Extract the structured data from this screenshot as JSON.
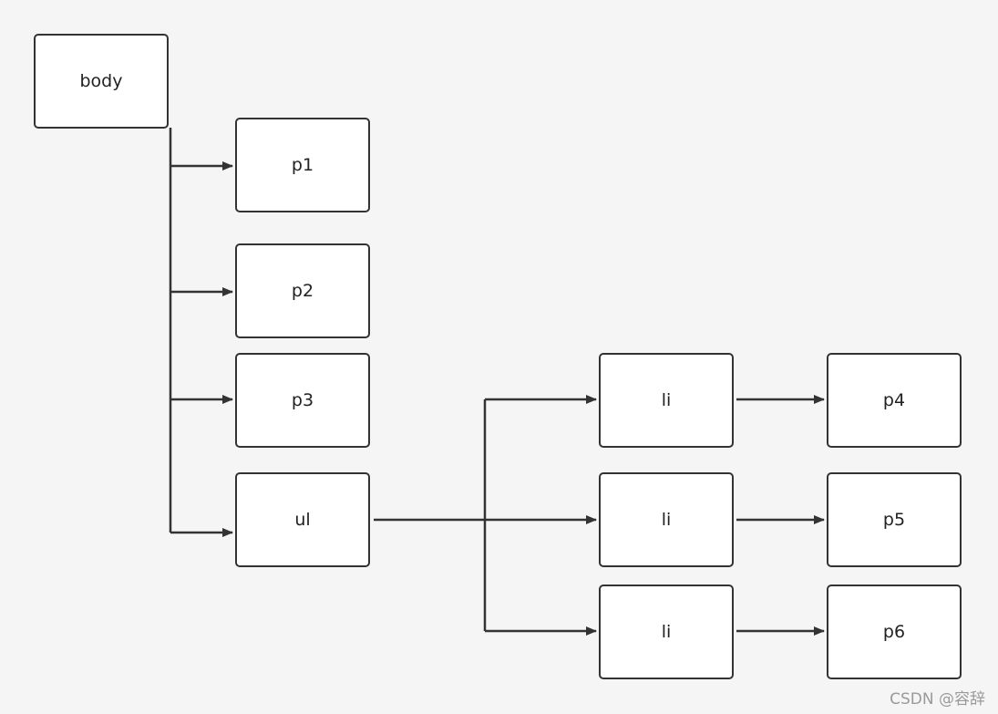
{
  "nodes": {
    "body": "body",
    "p1": "p1",
    "p2": "p2",
    "p3": "p3",
    "ul": "ul",
    "li1": "li",
    "li2": "li",
    "li3": "li",
    "p4": "p4",
    "p5": "p5",
    "p6": "p6"
  },
  "watermark": "CSDN @容辞",
  "colors": {
    "stroke": "#333333",
    "background": "#f5f5f5",
    "node_fill": "#ffffff"
  }
}
